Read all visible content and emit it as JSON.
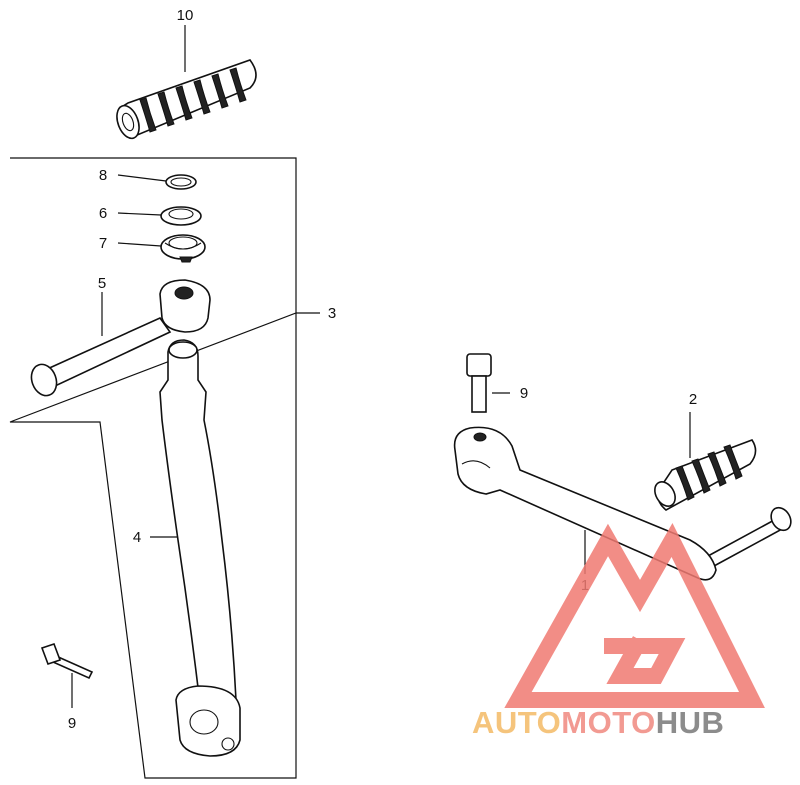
{
  "labels": {
    "p1": "1",
    "p2": "2",
    "p3": "3",
    "p4": "4",
    "p5": "5",
    "p6": "6",
    "p7": "7",
    "p8": "8",
    "p9_left": "9",
    "p9_right": "9",
    "p10": "10"
  },
  "watermark": {
    "word_auto": "AUTO",
    "word_moto": "MOTO",
    "word_hub": "HUB",
    "colors": {
      "auto": "#f5c47c",
      "moto": "#f29a92",
      "hub": "#8c8c8c",
      "logo": "#f07a72"
    }
  }
}
